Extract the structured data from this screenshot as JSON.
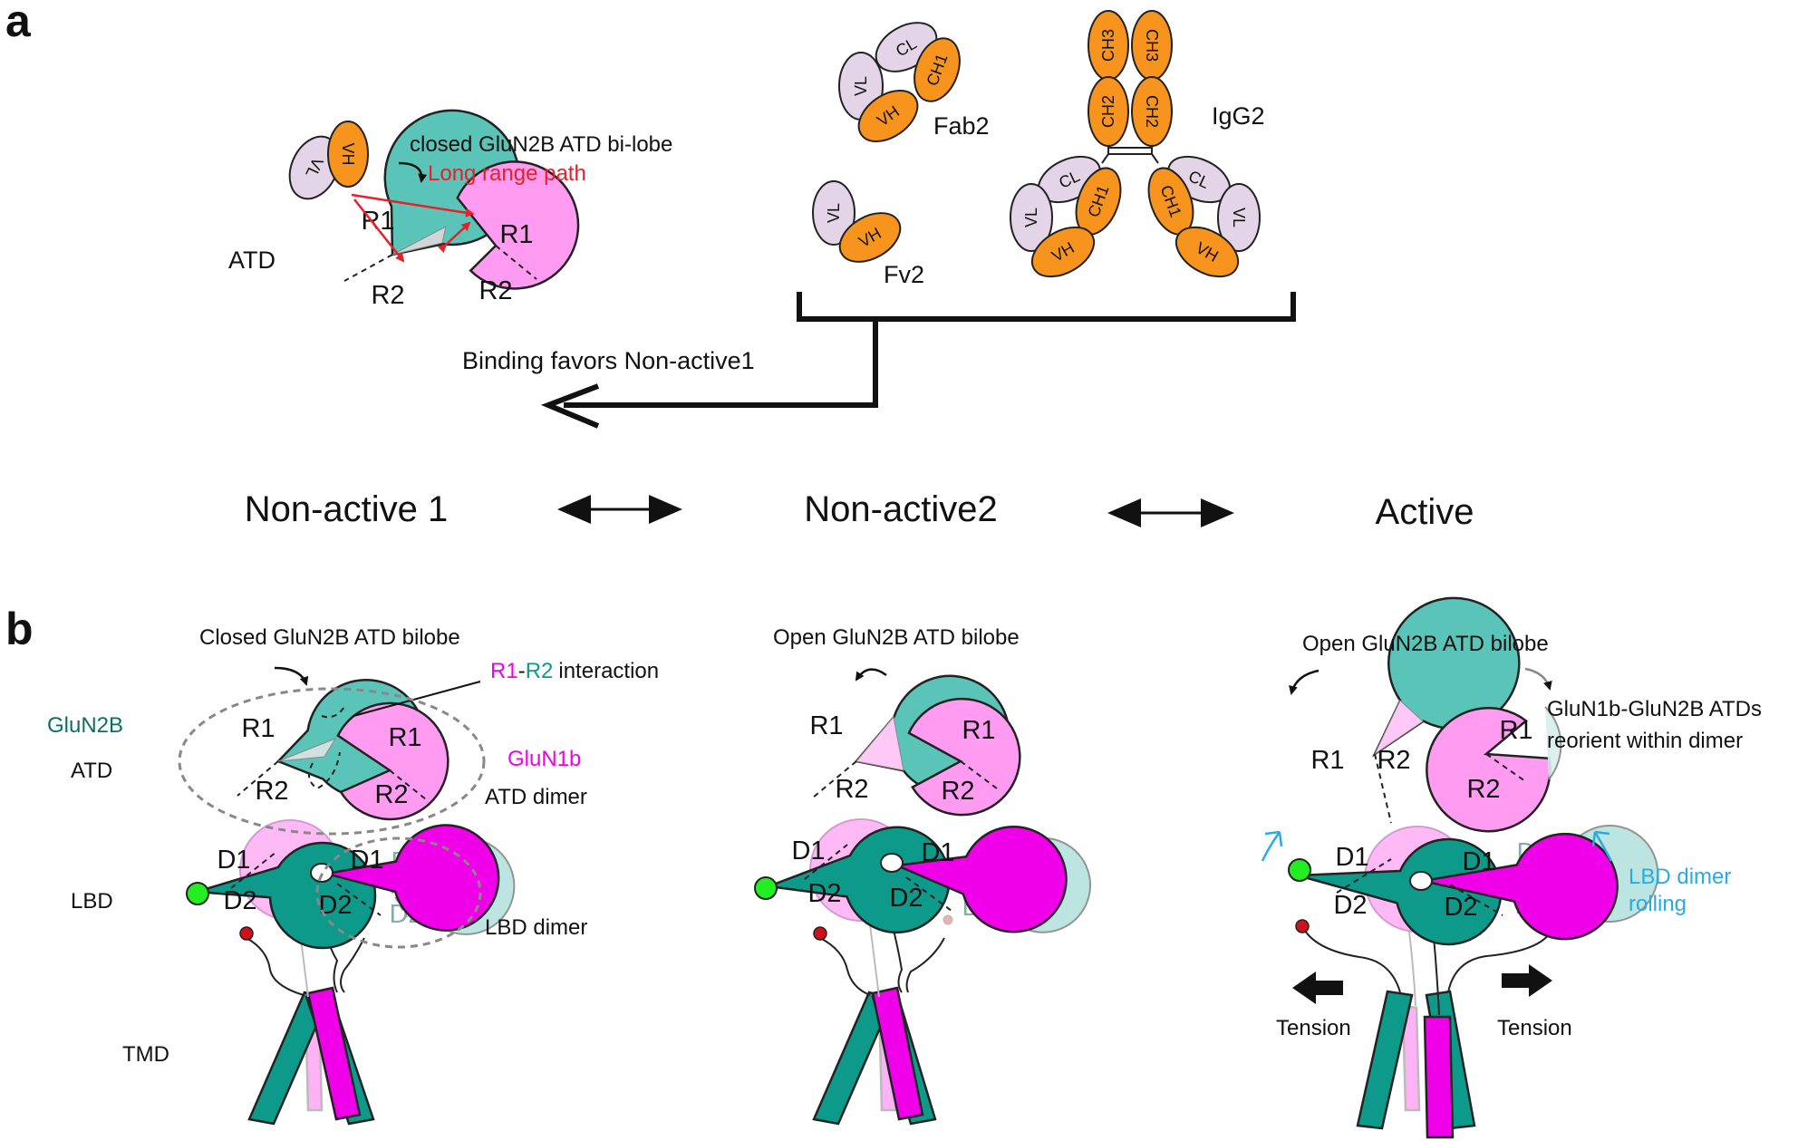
{
  "colors": {
    "teal": "#5bc4b8",
    "teal_dark": "#0e9a8a",
    "pink": "#ff9cf2",
    "magenta": "#f000e8",
    "orange": "#f7941d",
    "lavender": "#e3d5e7",
    "red": "#e8202a",
    "cyan": "#29abe2",
    "green": "#22ee22",
    "crimson": "#d0101a"
  },
  "panel_a": {
    "label": "a",
    "atd_label": "ATD",
    "closed_label": "closed GluN2B ATD bi-lobe",
    "long_range_label": "Long range path",
    "fab2": "Fab2",
    "igg2": "IgG2",
    "fv2": "Fv2",
    "binding_label": "Binding favors Non-active1",
    "states": [
      "Non-active 1",
      "Non-active2",
      "Active"
    ],
    "domains": {
      "vl": "VL",
      "vh": "VH",
      "cl": "CL",
      "ch1": "CH1",
      "ch2": "CH2",
      "ch3": "CH3",
      "r1": "R1",
      "r2": "R2"
    }
  },
  "panel_b": {
    "label": "b",
    "closed_bilobe": "Closed GluN2B ATD bilobe",
    "r1": "R1",
    "dash": "-",
    "r2": "R2",
    "interaction": "interaction",
    "glun2b": "GluN2B",
    "atd": "ATD",
    "glun1b": "GluN1b",
    "atd_dimer": "ATD dimer",
    "lbd": "LBD",
    "lbd_dimer": "LBD dimer",
    "tmd": "TMD",
    "open_bilobe_1": "Open GluN2B ATD bilobe",
    "open_bilobe_2": "Open GluN2B ATD bilobe",
    "reorient_1": "GluN1b-GluN2B ATDs",
    "reorient_2": "reorient within dimer",
    "rolling_1": "LBD dimer",
    "rolling_2": "rolling",
    "tension_left": "Tension",
    "tension_right": "Tension",
    "d1": "D1",
    "d2": "D2"
  }
}
